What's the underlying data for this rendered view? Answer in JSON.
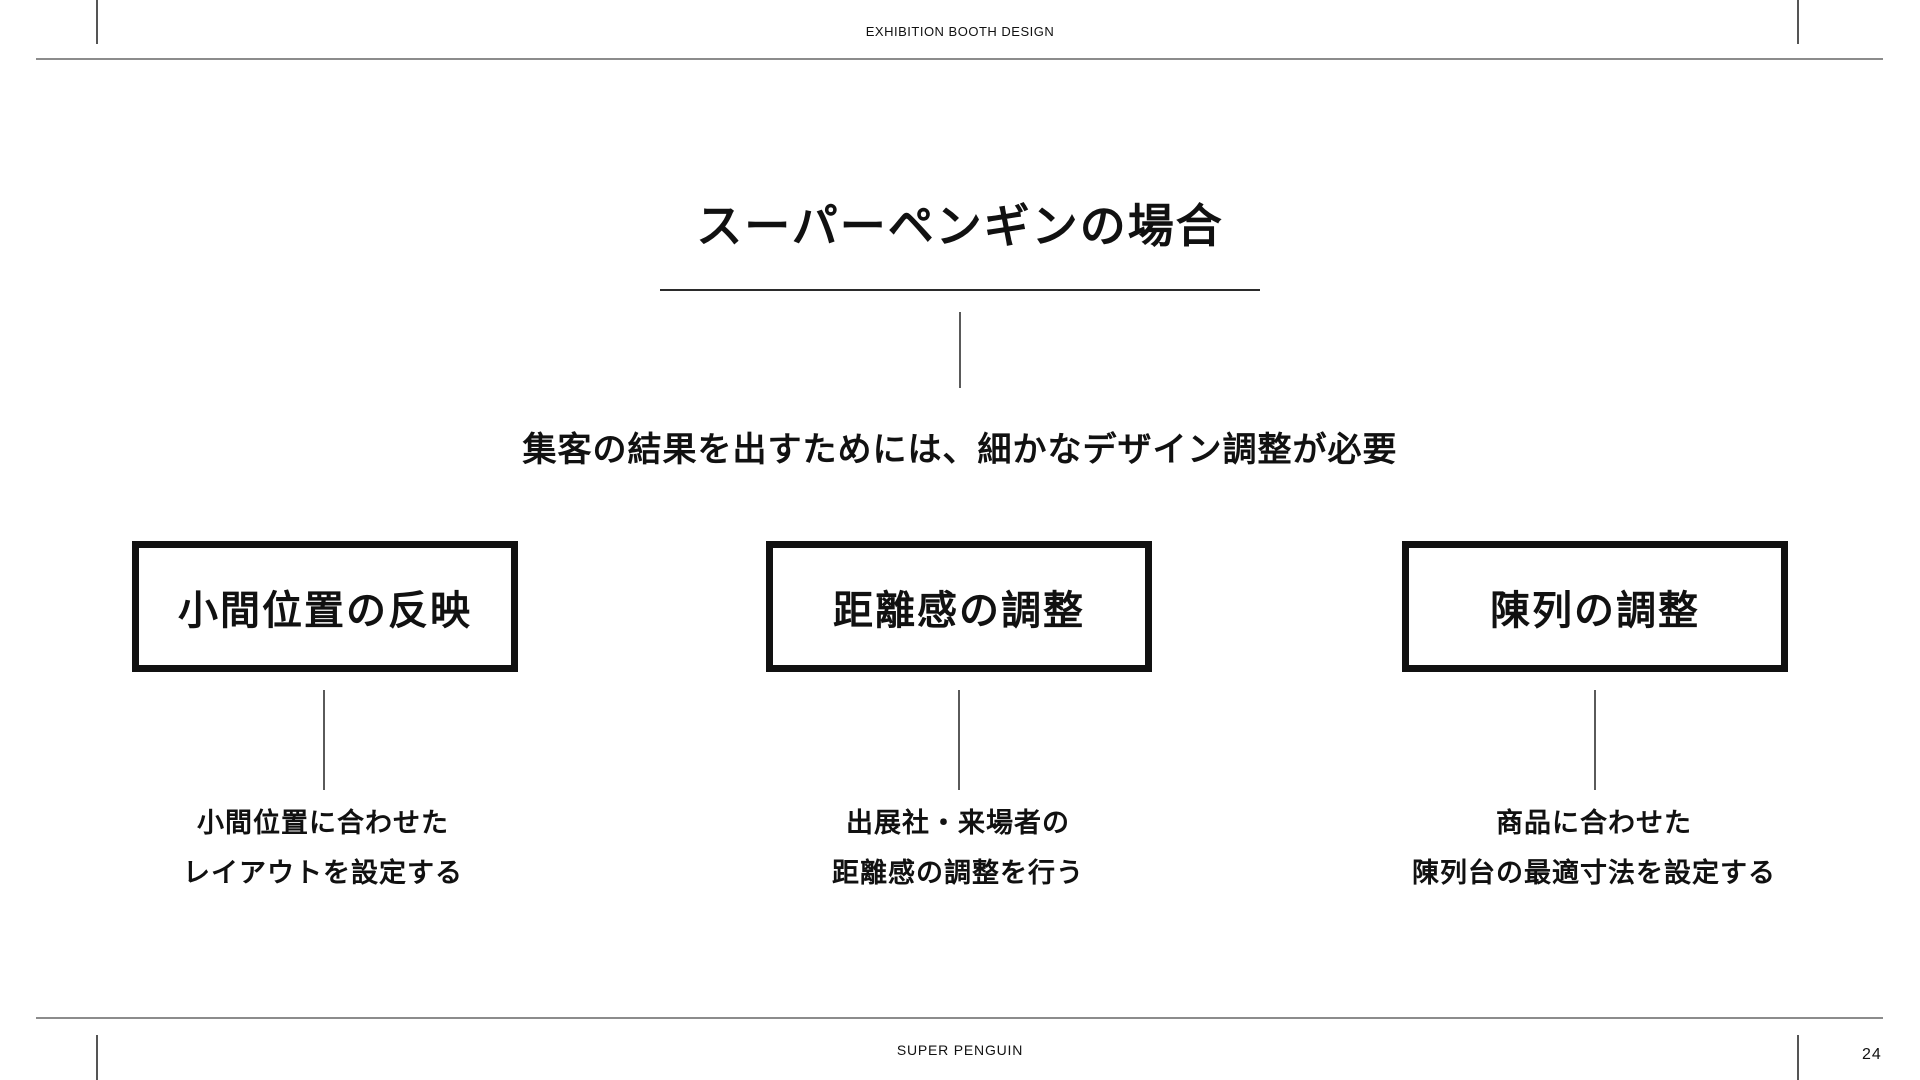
{
  "header": {
    "label": "EXHIBITION BOOTH DESIGN"
  },
  "slide": {
    "title": "スーパーペンギンの場合",
    "lead": "集客の結果を出すためには、細かなデザイン調整が必要",
    "items": [
      {
        "box_label": "小間位置の反映",
        "desc_line1": "小間位置に合わせた",
        "desc_line2": "レイアウトを設定する"
      },
      {
        "box_label": "距離感の調整",
        "desc_line1": "出展社・来場者の",
        "desc_line2": "距離感の調整を行う"
      },
      {
        "box_label": "陳列の調整",
        "desc_line1": "商品に合わせた",
        "desc_line2": "陳列台の最適寸法を設定する"
      }
    ]
  },
  "footer": {
    "brand": "SUPER PENGUIN",
    "page_number": "24"
  },
  "colors": {
    "text": "#111111",
    "rule_gray": "#8c8c8c",
    "connector_gray": "#5a5a5a",
    "box_border": "#111111",
    "background": "#ffffff"
  }
}
